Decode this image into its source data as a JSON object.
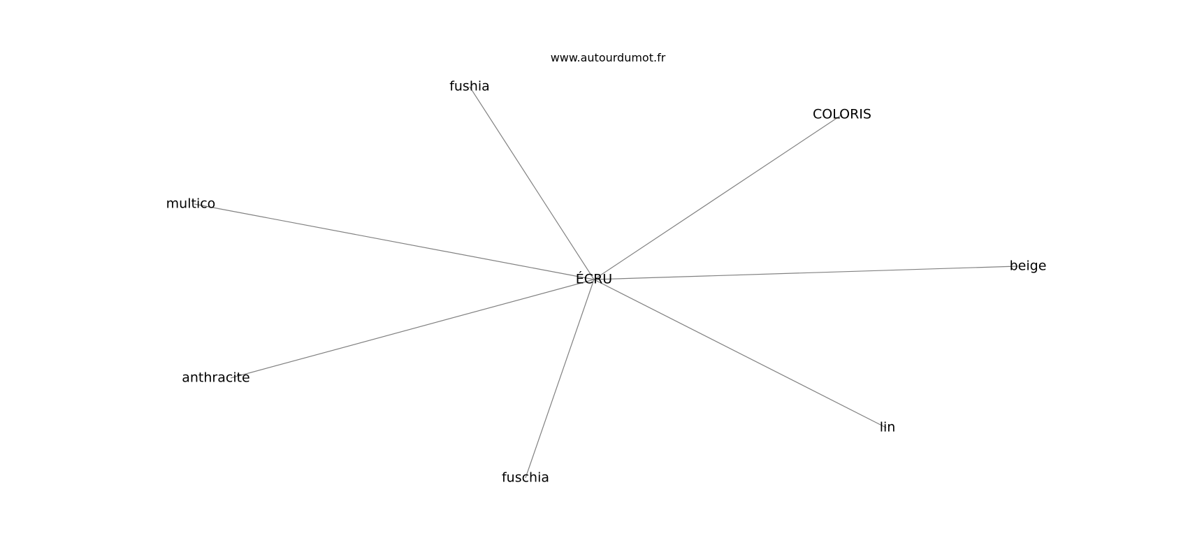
{
  "watermark": "www.autourdumot.fr",
  "colors": {
    "edge": "#808080",
    "text": "#000000",
    "background": "#ffffff"
  },
  "center": {
    "id": "ecru",
    "label": "ÉCRU"
  },
  "nodes": [
    {
      "id": "fushia",
      "label": "fushia"
    },
    {
      "id": "coloris",
      "label": "COLORIS"
    },
    {
      "id": "multico",
      "label": "multico"
    },
    {
      "id": "beige",
      "label": "beige"
    },
    {
      "id": "anthracite",
      "label": "anthracite"
    },
    {
      "id": "lin",
      "label": "lin"
    },
    {
      "id": "fuschia",
      "label": "fuschia"
    }
  ],
  "edges": [
    {
      "from": "ecru",
      "to": "fushia"
    },
    {
      "from": "ecru",
      "to": "coloris"
    },
    {
      "from": "ecru",
      "to": "multico"
    },
    {
      "from": "ecru",
      "to": "beige"
    },
    {
      "from": "ecru",
      "to": "anthracite"
    },
    {
      "from": "ecru",
      "to": "lin"
    },
    {
      "from": "ecru",
      "to": "fuschia"
    }
  ]
}
